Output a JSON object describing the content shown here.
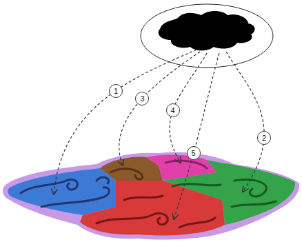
{
  "diagram": {
    "labels": [
      "1",
      "3",
      "4",
      "5",
      "2"
    ]
  }
}
